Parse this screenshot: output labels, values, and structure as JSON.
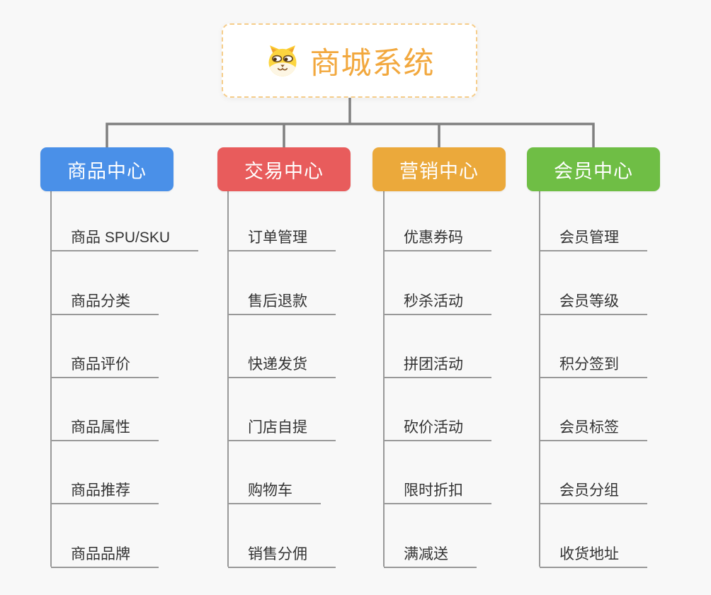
{
  "canvas": {
    "background": "#f8f8f8"
  },
  "root": {
    "title": "商城系统",
    "icon": "dog-mascot-icon",
    "title_color": "#f2a83e",
    "border_color": "#f6cd8a"
  },
  "connector_color": "#808080",
  "child_line_color": "#999999",
  "branches": [
    {
      "label": "商品中心",
      "color": "#4a90e8",
      "children": [
        "商品 SPU/SKU",
        "商品分类",
        "商品评价",
        "商品属性",
        "商品推荐",
        "商品品牌"
      ]
    },
    {
      "label": "交易中心",
      "color": "#e85c5c",
      "children": [
        "订单管理",
        "售后退款",
        "快递发货",
        "门店自提",
        "购物车",
        "销售分佣"
      ]
    },
    {
      "label": "营销中心",
      "color": "#eba93b",
      "children": [
        "优惠券码",
        "秒杀活动",
        "拼团活动",
        "砍价活动",
        "限时折扣",
        "满减送"
      ]
    },
    {
      "label": "会员中心",
      "color": "#6fbe45",
      "children": [
        "会员管理",
        "会员等级",
        "积分签到",
        "会员标签",
        "会员分组",
        "收货地址"
      ]
    }
  ]
}
